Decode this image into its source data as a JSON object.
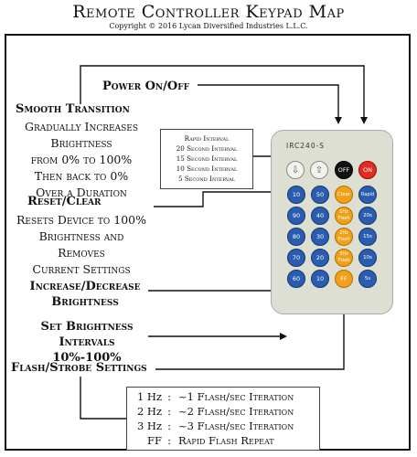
{
  "header": {
    "title": "Remote Controller Keypad Map",
    "copyright": "Copyright © 2016 Lycan Diversified Industries L.L.C."
  },
  "labels": {
    "power": "Power On/Off",
    "smooth_heading": "Smooth Transition",
    "smooth_lines": [
      "Gradually Increases",
      "Brightness",
      "from 0% to 100%",
      "Then back to 0%",
      "Over a Duration"
    ],
    "reset_heading": "Reset/Clear",
    "reset_lines": [
      "Resets Device to 100%",
      "Brightness and",
      "Removes",
      "Current Settings"
    ],
    "incdec_lines": [
      "Increase/Decrease",
      "Brightness"
    ],
    "setbr_lines": [
      "Set Brightness",
      "Intervals 10%-100%"
    ],
    "flash_heading": "Flash/Strobe Settings"
  },
  "rapid_box": [
    "Rapid Interval",
    "20 Second Interval",
    "15 Second Interval",
    "10 Second Interval",
    "5 Second Interval"
  ],
  "flash_table": [
    {
      "key": "1 Hz",
      "sep": ":",
      "value": "~1 Flash/sec Iteration"
    },
    {
      "key": "2 Hz",
      "sep": ":",
      "value": "~2 Flash/sec Iteration"
    },
    {
      "key": "3 Hz",
      "sep": ":",
      "value": "~3 Flash/sec Iteration"
    },
    {
      "key": "FF",
      "sep": ":",
      "value": "Rapid Flash Repeat"
    }
  ],
  "remote": {
    "model": "IRC240-S",
    "top_keys": [
      {
        "label": "⇩",
        "style": "white"
      },
      {
        "label": "⇧",
        "style": "white"
      },
      {
        "label": "OFF",
        "style": "black"
      },
      {
        "label": "ON",
        "style": "red"
      }
    ],
    "brightness_keys": [
      "10",
      "50",
      "90",
      "40",
      "80",
      "30",
      "70",
      "20",
      "60",
      "10"
    ],
    "orange_keys": [
      "Clear",
      "1Hz Flash",
      "2Hz Flash",
      "3Hz Flash",
      "FF"
    ],
    "side_keys": [
      "Rapid",
      "20s",
      "15s",
      "10s",
      "5s"
    ]
  }
}
